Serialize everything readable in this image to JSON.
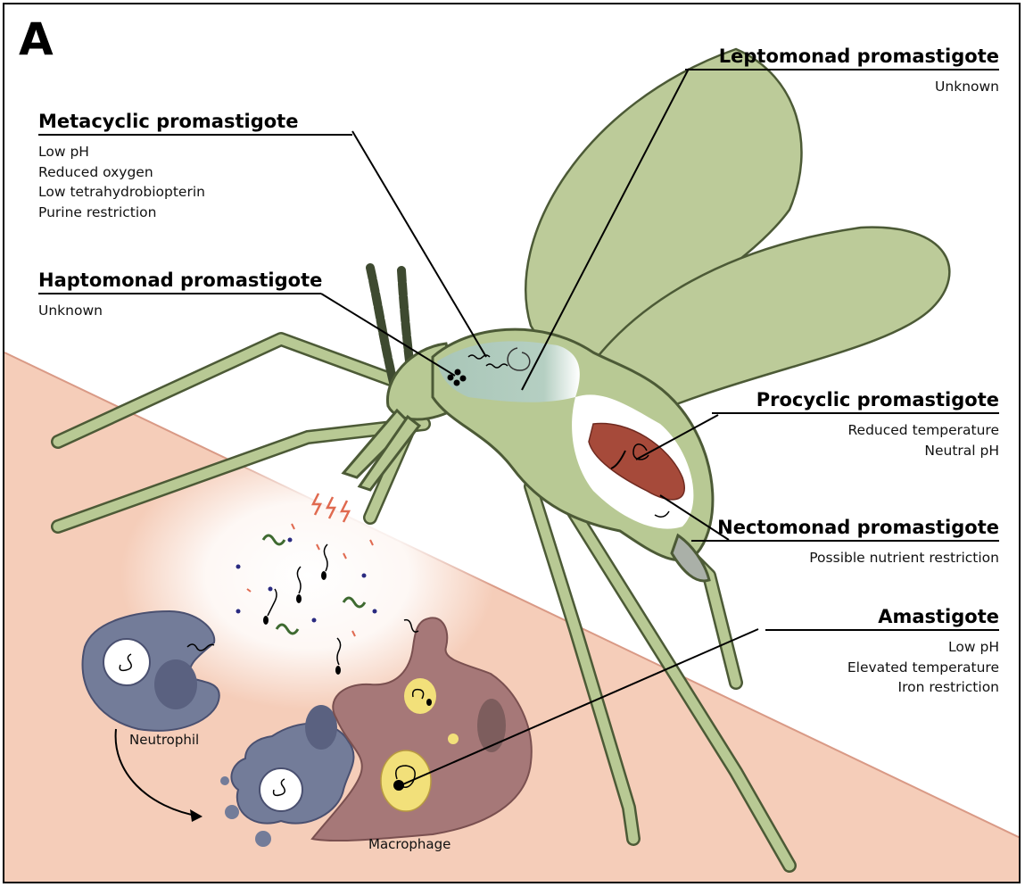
{
  "panel_label": "A",
  "stages": {
    "metacyclic": {
      "title": "Metacyclic promastigote",
      "conditions": [
        "Low pH",
        "Reduced oxygen",
        "Low tetrahydrobiopterin",
        "Purine restriction"
      ]
    },
    "haptomonad": {
      "title": "Haptomonad promastigote",
      "conditions": [
        "Unknown"
      ]
    },
    "leptomonad": {
      "title": "Leptomonad promastigote",
      "conditions": [
        "Unknown"
      ]
    },
    "procyclic": {
      "title": "Procyclic promastigote",
      "conditions": [
        "Reduced temperature",
        "Neutral pH"
      ]
    },
    "nectomonad": {
      "title": "Nectomonad promastigote",
      "conditions": [
        "Possible nutrient restriction"
      ]
    },
    "amastigote": {
      "title": "Amastigote",
      "conditions": [
        "Low pH",
        "Elevated temperature",
        "Iron restriction"
      ]
    }
  },
  "cells": {
    "neutrophil": "Neutrophil",
    "macrophage": "Macrophage"
  },
  "colors": {
    "skin": "#f5cdb9",
    "skin_edge": "#d99a86",
    "sandfly_body": "#b8c994",
    "sandfly_outline": "#4c5a36",
    "foregut": "#a9c6b8",
    "midgut_blood": "#a64a3a",
    "neutrophil": "#737c99",
    "macrophage": "#a67878",
    "vacuole": "#f2e07a"
  }
}
